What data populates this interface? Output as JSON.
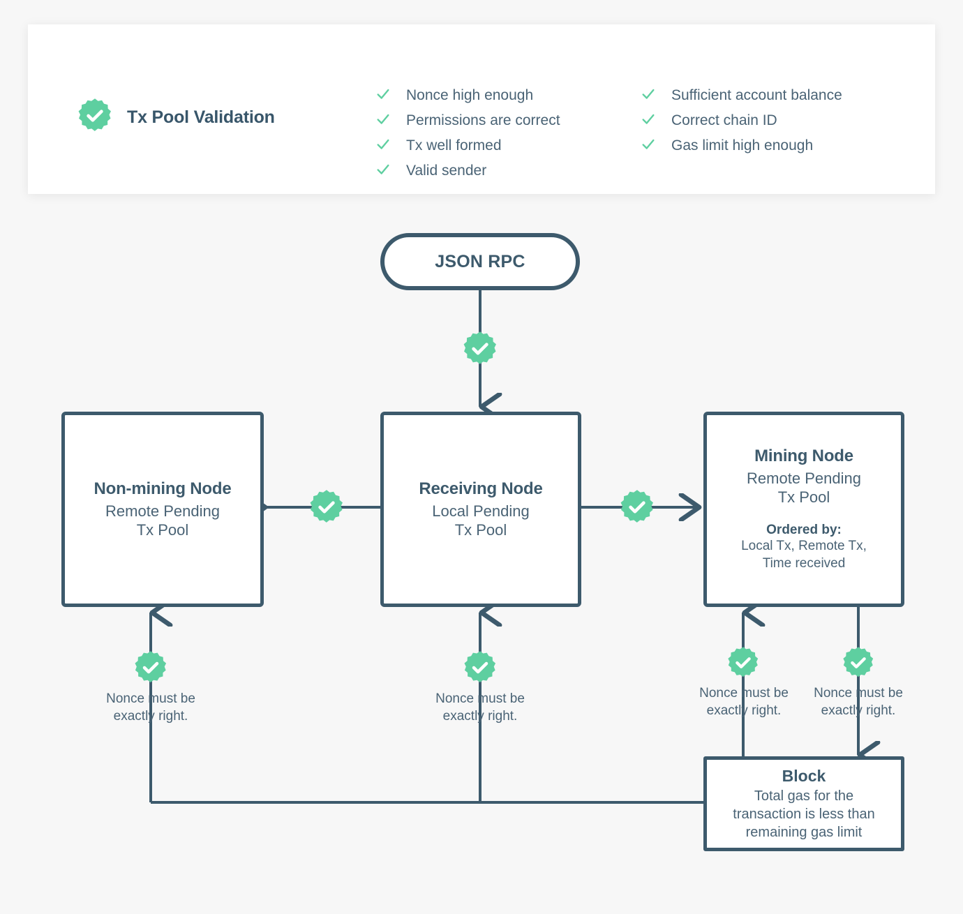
{
  "page": {
    "background_color": "#f7f7f7",
    "accent_green": "#5ecfa0",
    "ink_dark": "#3d5a6c",
    "ink_body": "#4a6375"
  },
  "header": {
    "badge_icon": "check-seal-icon",
    "title": "Tx Pool Validation",
    "checks_left": [
      "Nonce high enough",
      "Permissions are correct",
      "Tx well formed",
      "Valid sender"
    ],
    "checks_right": [
      "Sufficient account balance",
      "Correct chain ID",
      "Gas limit high enough"
    ]
  },
  "flow": {
    "entry": {
      "label": "JSON RPC"
    },
    "nodes": [
      {
        "id": "non-mining-node",
        "title": "Non-mining Node",
        "subtitle": "Remote Pending\nTx Pool"
      },
      {
        "id": "receiving-node",
        "title": "Receiving Node",
        "subtitle": "Local Pending\nTx Pool"
      },
      {
        "id": "mining-node",
        "title": "Mining Node",
        "subtitle": "Remote Pending\nTx Pool",
        "ordered_by_label": "Ordered by:",
        "ordered_by_value": "Local Tx, Remote Tx,\nTime received"
      }
    ],
    "block": {
      "title": "Block",
      "subtitle": "Total gas for the\ntransaction is less than\nremaining gas limit"
    },
    "captions": [
      "Nonce must be\nexactly right.",
      "Nonce must be\nexactly right.",
      "Nonce must be\nexactly right.",
      "Nonce must be\nexactly right."
    ],
    "badge_icon": "check-seal-icon"
  }
}
